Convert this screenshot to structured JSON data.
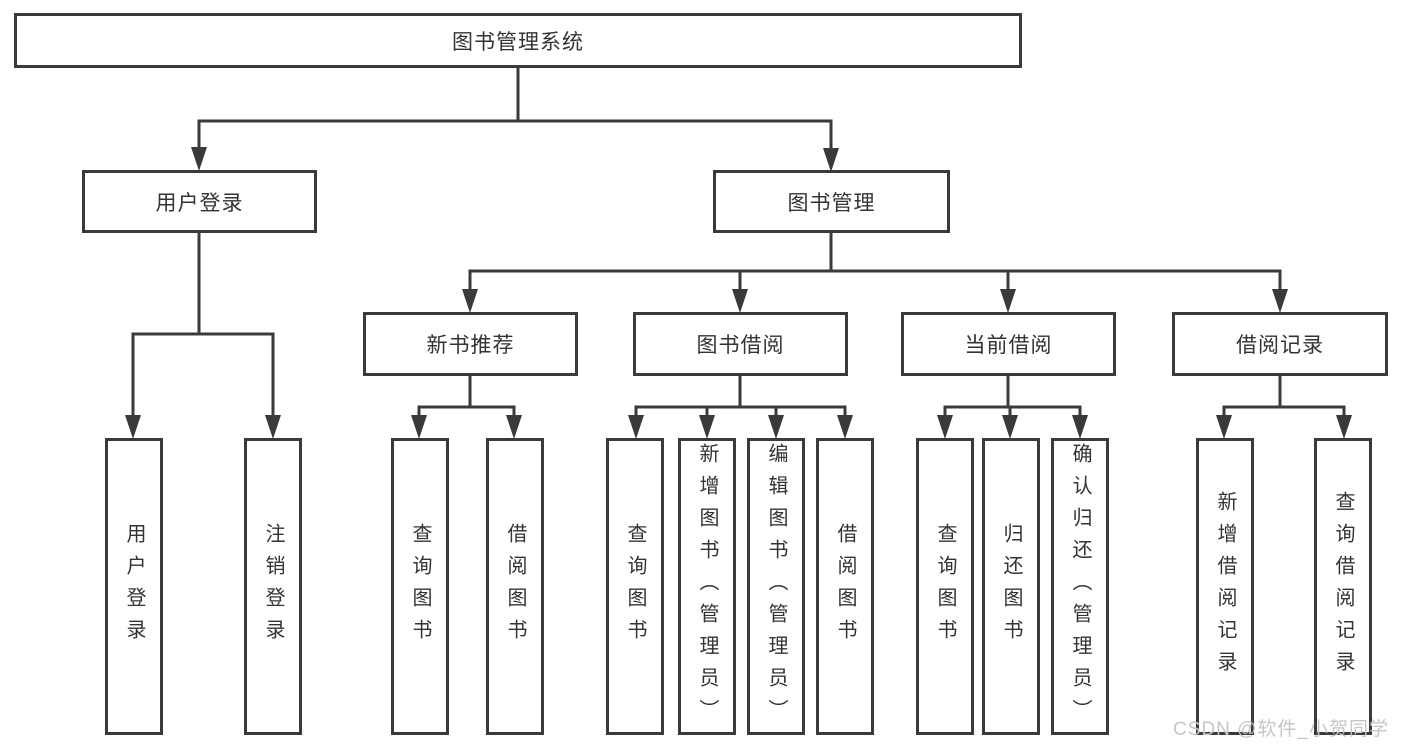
{
  "page": {
    "background": "#ffffff",
    "line_color": "#3a3a3a",
    "text_color": "#333333",
    "watermark_color": "#c6c6c6"
  },
  "watermark": {
    "text": "CSDN @软件_小贺同学"
  },
  "tree": {
    "root": {
      "label": "图书管理系统"
    },
    "branches": [
      {
        "label": "用户登录",
        "children": [
          {
            "label": "用户登录"
          },
          {
            "label": "注销登录"
          }
        ]
      },
      {
        "label": "图书管理",
        "children": [
          {
            "label": "新书推荐",
            "children": [
              {
                "label": "查询图书"
              },
              {
                "label": "借阅图书"
              }
            ]
          },
          {
            "label": "图书借阅",
            "children": [
              {
                "label": "查询图书"
              },
              {
                "label": "新增图书（管理员）"
              },
              {
                "label": "编辑图书（管理员）"
              },
              {
                "label": "借阅图书"
              }
            ]
          },
          {
            "label": "当前借阅",
            "children": [
              {
                "label": "查询图书"
              },
              {
                "label": "归还图书"
              },
              {
                "label": "确认归还（管理员）"
              }
            ]
          },
          {
            "label": "借阅记录",
            "children": [
              {
                "label": "新增借阅记录"
              },
              {
                "label": "查询借阅记录"
              }
            ]
          }
        ]
      }
    ]
  }
}
